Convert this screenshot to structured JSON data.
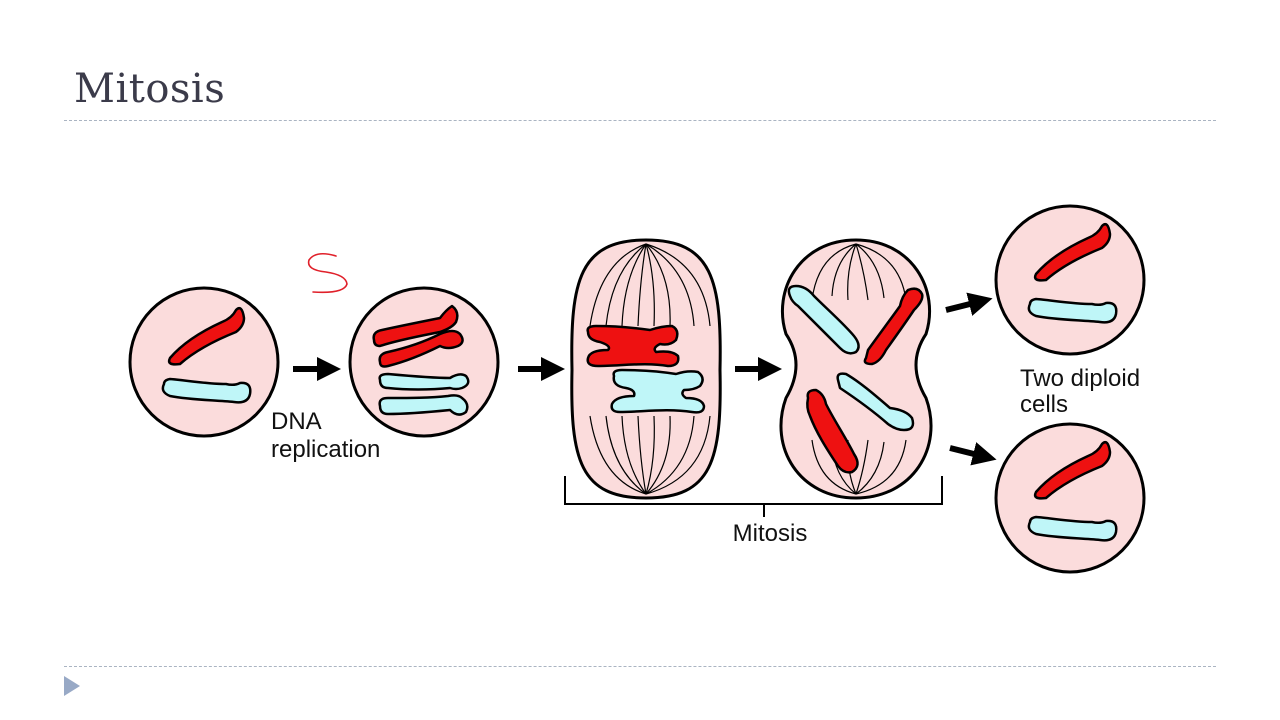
{
  "slide": {
    "title": "Mitosis"
  },
  "diagram": {
    "labels": {
      "dna_replication_line1": "DNA",
      "dna_replication_line2": "replication",
      "mitosis": "Mitosis",
      "two_diploid_line1": "Two diploid",
      "two_diploid_line2": "cells"
    },
    "annotation": "S",
    "colors": {
      "cell_fill": "#fbdcdc",
      "chromosome_red": "#ee1111",
      "chromosome_blue": "#bff6f8",
      "outline": "#000000",
      "annotation_ink": "#e0202a",
      "rule": "#aab4c2",
      "nav_arrow": "#98a9c6"
    }
  },
  "footer": {
    "nav_icon": "play-triangle-icon"
  }
}
